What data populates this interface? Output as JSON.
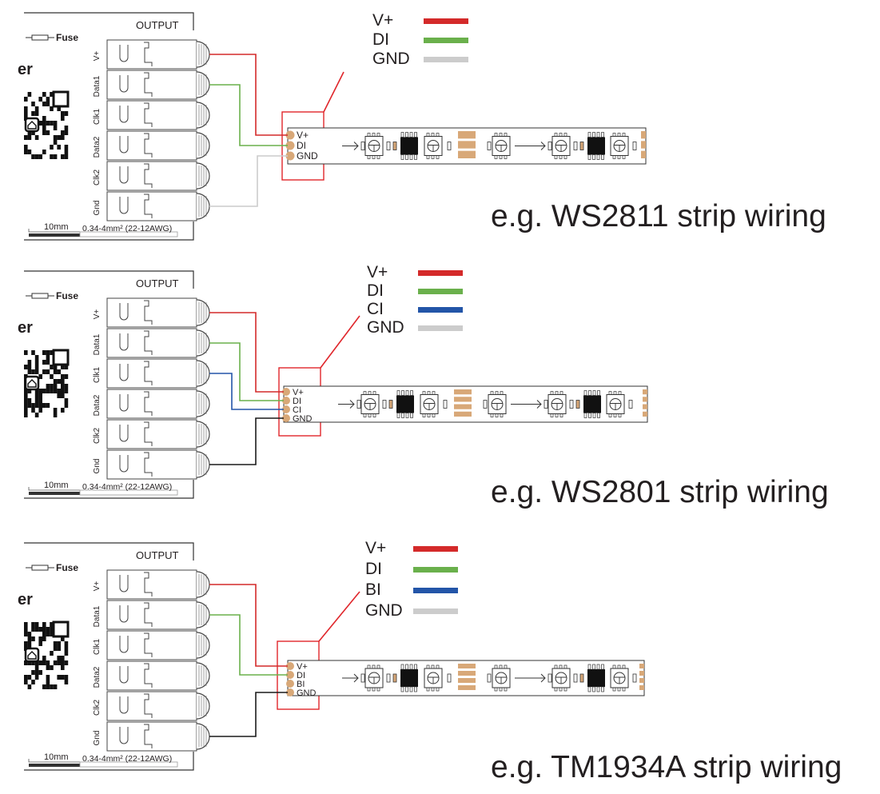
{
  "colors": {
    "vplus": "#d42a2a",
    "data": "#6ab04c",
    "clock": "#2355a8",
    "gnd_light": "#cccccc",
    "gnd_dark": "#1a1a1a",
    "callout": "#e0262b",
    "pad": "#d8a878"
  },
  "panels": [
    {
      "id": "ws2811",
      "output_label": "OUTPUT",
      "fuse_label": "Fuse",
      "terminals": [
        "V+",
        "Data1",
        "Clk1",
        "Data2",
        "Clk2",
        "Gnd"
      ],
      "scale_label": "10mm",
      "wire_label": "0.34-4mm² (22-12AWG)",
      "legend": [
        {
          "label": "V+",
          "color": "vplus"
        },
        {
          "label": "DI",
          "color": "data"
        },
        {
          "label": "GND",
          "color": "gnd_light"
        }
      ],
      "strip_pins": [
        "V+",
        "DI",
        "GND"
      ],
      "caption": "e.g. WS2811 strip wiring"
    },
    {
      "id": "ws2801",
      "output_label": "OUTPUT",
      "fuse_label": "Fuse",
      "terminals": [
        "V+",
        "Data1",
        "Clk1",
        "Data2",
        "Clk2",
        "Gnd"
      ],
      "scale_label": "10mm",
      "wire_label": "0.34-4mm² (22-12AWG)",
      "legend": [
        {
          "label": "V+",
          "color": "vplus"
        },
        {
          "label": "DI",
          "color": "data"
        },
        {
          "label": "CI",
          "color": "clock"
        },
        {
          "label": "GND",
          "color": "gnd_light"
        }
      ],
      "strip_pins": [
        "V+",
        "DI",
        "CI",
        "GND"
      ],
      "caption": "e.g. WS2801 strip wiring"
    },
    {
      "id": "tm1934a",
      "output_label": "OUTPUT",
      "fuse_label": "Fuse",
      "terminals": [
        "V+",
        "Data1",
        "Clk1",
        "Data2",
        "Clk2",
        "Gnd"
      ],
      "scale_label": "10mm",
      "wire_label": "0.34-4mm² (22-12AWG)",
      "legend": [
        {
          "label": "V+",
          "color": "vplus"
        },
        {
          "label": "DI",
          "color": "data"
        },
        {
          "label": "BI",
          "color": "clock"
        },
        {
          "label": "GND",
          "color": "gnd_light"
        }
      ],
      "strip_pins": [
        "V+",
        "DI",
        "BI",
        "GND"
      ],
      "caption": "e.g. TM1934A strip wiring"
    }
  ]
}
